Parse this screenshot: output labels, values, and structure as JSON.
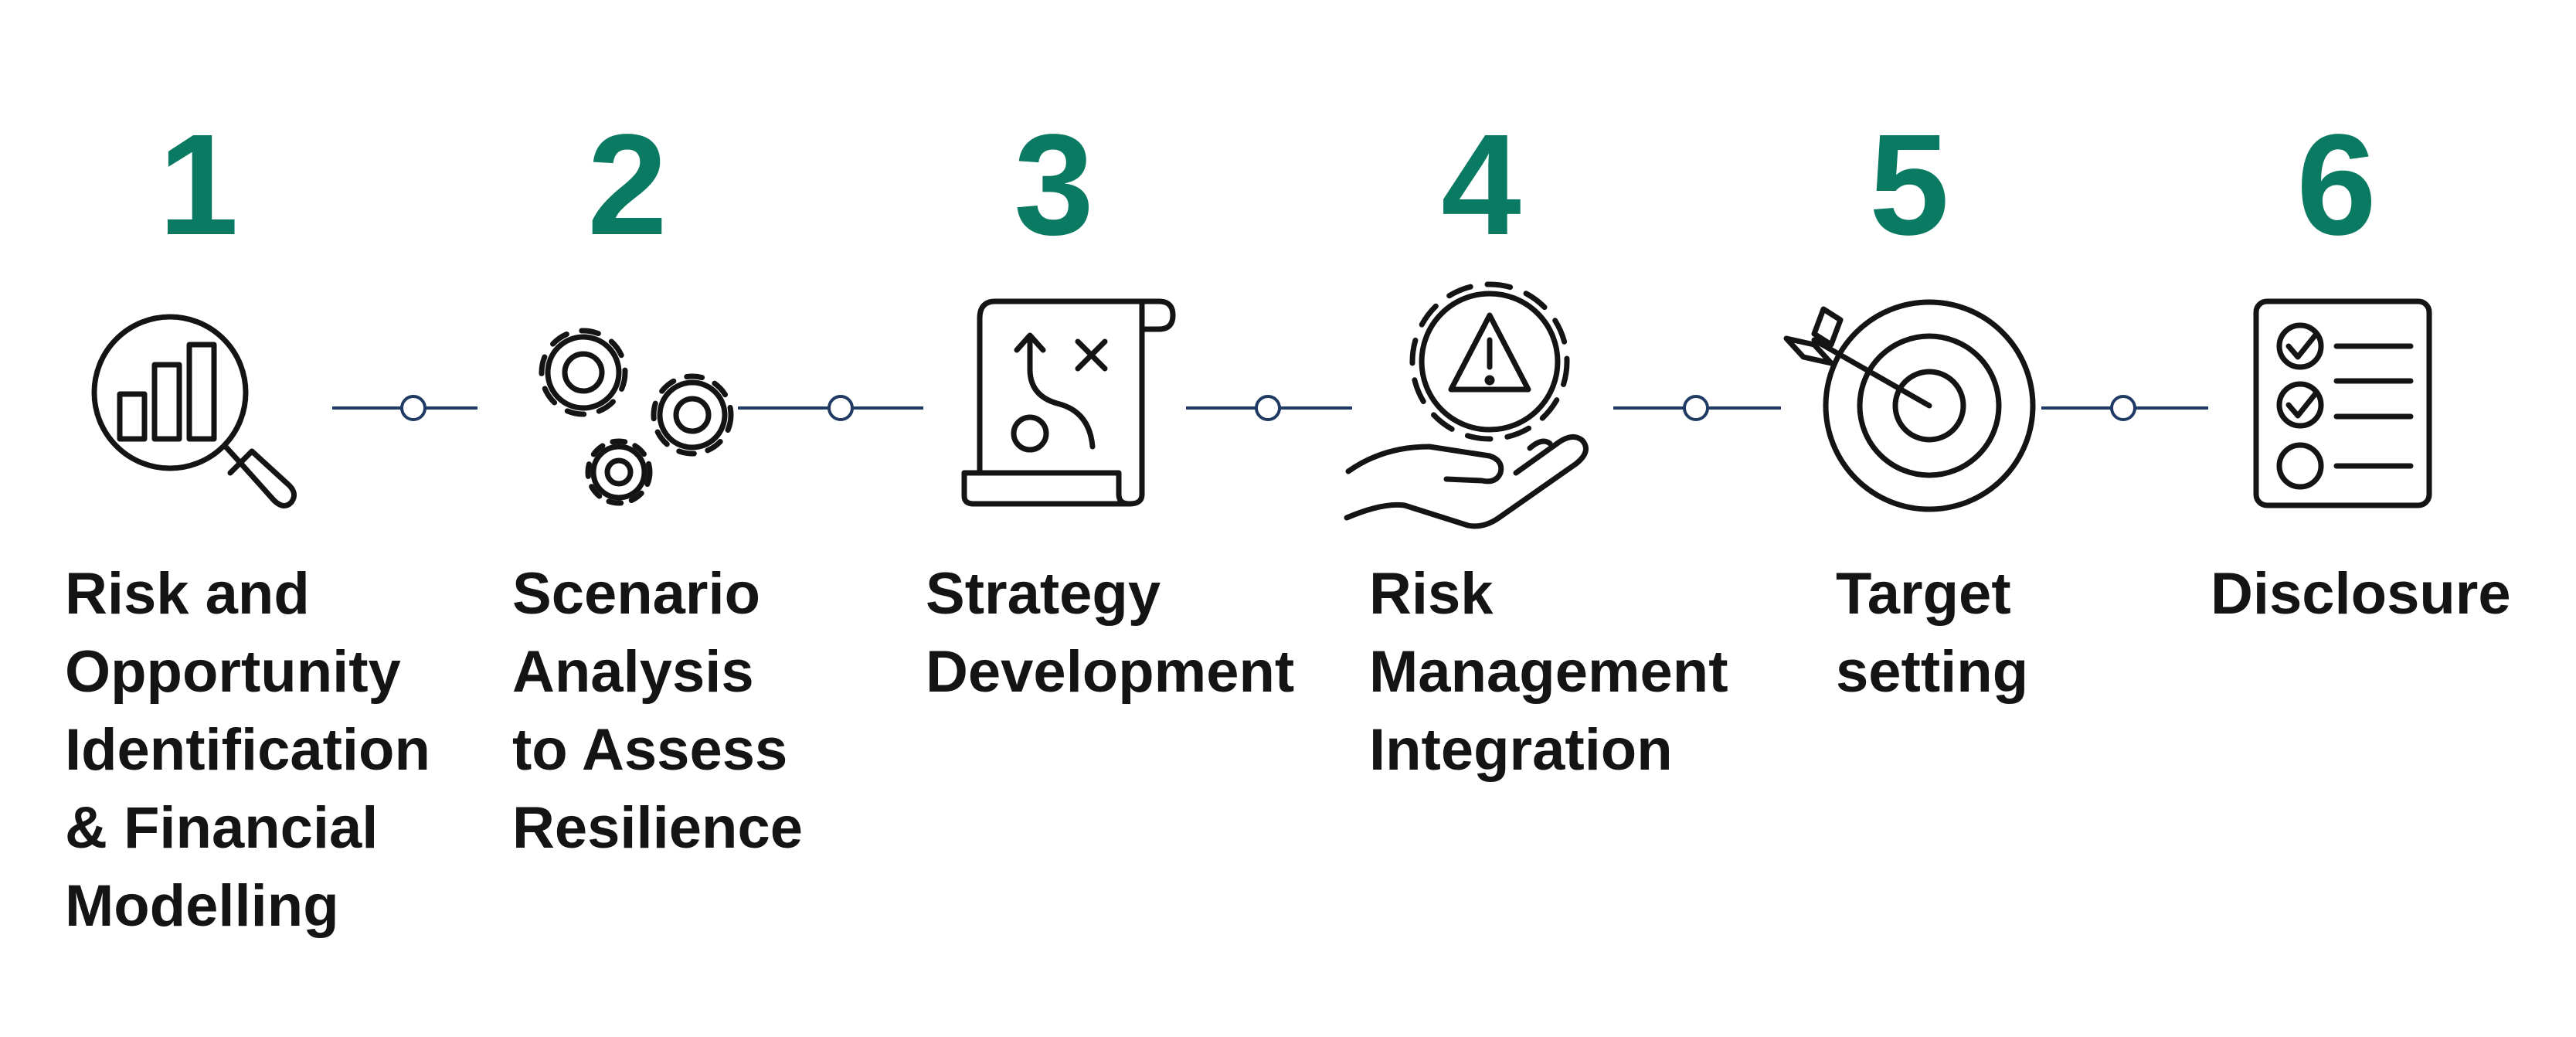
{
  "diagram": {
    "accent_color": "#0b7a62",
    "text_color": "#141414",
    "connector_color": "#1f3b63",
    "steps": [
      {
        "number": "1",
        "label": "Risk and\nOpportunity\nIdentification\n& Financial\nModelling",
        "icon": "magnifier-bar-chart-icon"
      },
      {
        "number": "2",
        "label": "Scenario\nAnalysis\nto Assess\nResilience",
        "icon": "gears-icon"
      },
      {
        "number": "3",
        "label": "Strategy\nDevelopment",
        "icon": "strategy-map-scroll-icon"
      },
      {
        "number": "4",
        "label": "Risk\nManagement\nIntegration",
        "icon": "hand-gear-warning-icon"
      },
      {
        "number": "5",
        "label": "Target\nsetting",
        "icon": "target-arrow-icon"
      },
      {
        "number": "6",
        "label": "Disclosure",
        "icon": "checklist-icon"
      }
    ]
  }
}
